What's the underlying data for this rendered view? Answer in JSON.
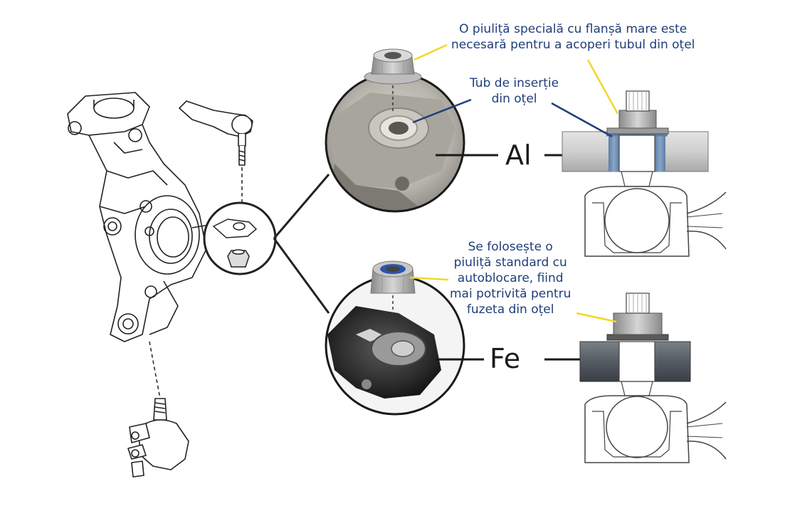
{
  "callouts": {
    "top_nut": {
      "lines": [
        "O piuliță specială cu flanșă mare este",
        "necesară pentru a acoperi tubul din oțel"
      ]
    },
    "steel_insert": {
      "lines": [
        "Tub de inserție",
        "din oțel"
      ]
    },
    "standard_nut": {
      "lines": [
        "Se folosește o",
        "piuliță standard cu",
        "autoblocare, fiind",
        "mai potrivită pentru",
        "fuzeta din oțel"
      ]
    }
  },
  "materials": {
    "aluminium": "Al",
    "steel": "Fe"
  },
  "colors": {
    "callout_text": "#1f3e7a",
    "yellow_leader": "#f2d72a",
    "navy_leader": "#1f3e7a",
    "steel_insert": "#6f8fb3",
    "aluminium_body": "#c9c9c9",
    "steel_body": "#5a6068"
  },
  "icons": [
    "steering-knuckle-icon",
    "tie-rod-end-icon",
    "ball-joint-icon",
    "flange-nut-icon",
    "nylon-lock-nut-icon"
  ]
}
